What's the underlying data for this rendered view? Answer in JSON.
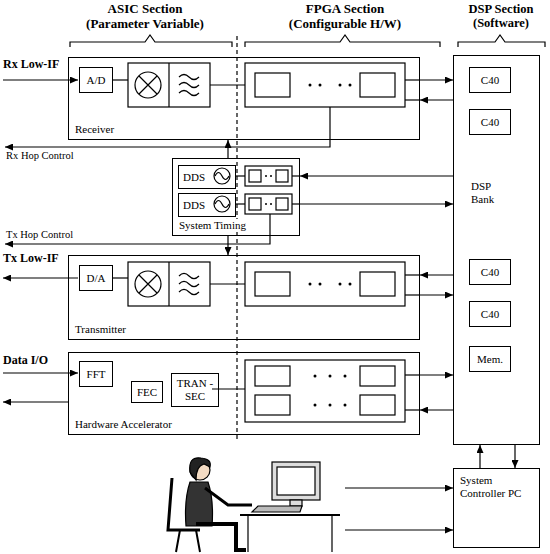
{
  "diagram": {
    "nodes": [
      {
        "text": [
          "Receiver"
        ]
      },
      {
        "text": [
          "A/D"
        ],
        "in": 0
      },
      {
        "text": [
          "System Timing"
        ]
      },
      {
        "text": [
          "DDS"
        ],
        "in": 2
      },
      {
        "text": [
          "DDS"
        ],
        "in": 2
      },
      {
        "text": [
          "Transmitter"
        ]
      },
      {
        "text": [
          "D/A"
        ],
        "in": 5
      },
      {
        "text": [
          "Hardware Accelerator"
        ]
      },
      {
        "text": [
          "FFT"
        ],
        "in": 7
      },
      {
        "text": [
          "FEC"
        ],
        "in": 7
      },
      {
        "text": [
          "TRAN -SEC"
        ],
        "in": 7
      },
      {
        "text": [
          "DSP Bank"
        ]
      },
      {
        "text": [
          "C40"
        ],
        "in": 11
      },
      {
        "text": [
          "C40"
        ],
        "in": 11
      },
      {
        "text": [
          "C40"
        ],
        "in": 11
      },
      {
        "text": [
          "C40"
        ],
        "in": 11
      },
      {
        "text": [
          "Mem."
        ],
        "in": 11
      },
      {
        "text": [
          "System Controller PC"
        ]
      }
    ],
    "edges": [
      {
        "from": 0,
        "to": 11,
        "arrow": "to"
      },
      {
        "from": 11,
        "to": 0,
        "arrow": "to"
      },
      {
        "from": 2,
        "to": 0,
        "arrow": "to"
      },
      {
        "from": 11,
        "to": 2,
        "arrow": "to"
      },
      {
        "from": 2,
        "to": 11,
        "arrow": "to"
      },
      {
        "from": 2,
        "to": 5,
        "arrow": "to"
      },
      {
        "from": 11,
        "to": 5,
        "arrow": "to"
      },
      {
        "from": 5,
        "to": 11,
        "arrow": "to"
      },
      {
        "from": 7,
        "to": 11,
        "arrow": "to"
      },
      {
        "from": 11,
        "to": 7,
        "arrow": "to"
      },
      {
        "from": 11,
        "to": 17,
        "arrow": "to"
      },
      {
        "from": 17,
        "to": 11,
        "arrow": "to"
      }
    ],
    "labels": [
      "ASIC Section (Parameter Variable)",
      "FPGA Section (Configurable H/W)",
      "DSP Section (Software)",
      "Rx Low-IF",
      "Rx Hop Control",
      "Tx Hop Control",
      "Tx Low-IF",
      "Data I/O"
    ]
  }
}
